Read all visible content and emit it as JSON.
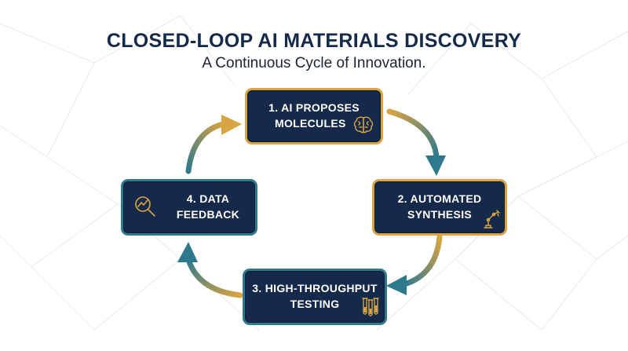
{
  "header": {
    "title": "CLOSED-LOOP AI MATERIALS DISCOVERY",
    "subtitle": "A Continuous Cycle of Innovation."
  },
  "colors": {
    "navy": "#15294a",
    "gold": "#d9a441",
    "teal": "#2e7a8c",
    "title": "#142a4a"
  },
  "steps": [
    {
      "line1": "1. AI PROPOSES",
      "line2": "MOLECULES",
      "icon": "brain-icon"
    },
    {
      "line1": "2. AUTOMATED",
      "line2": "SYNTHESIS",
      "icon": "robot-arm-icon"
    },
    {
      "line1": "3. HIGH-THROUGHPUT",
      "line2": "TESTING",
      "icon": "test-tubes-icon"
    },
    {
      "line1": "4. DATA",
      "line2": "FEEDBACK",
      "icon": "magnifier-chart-icon"
    }
  ]
}
